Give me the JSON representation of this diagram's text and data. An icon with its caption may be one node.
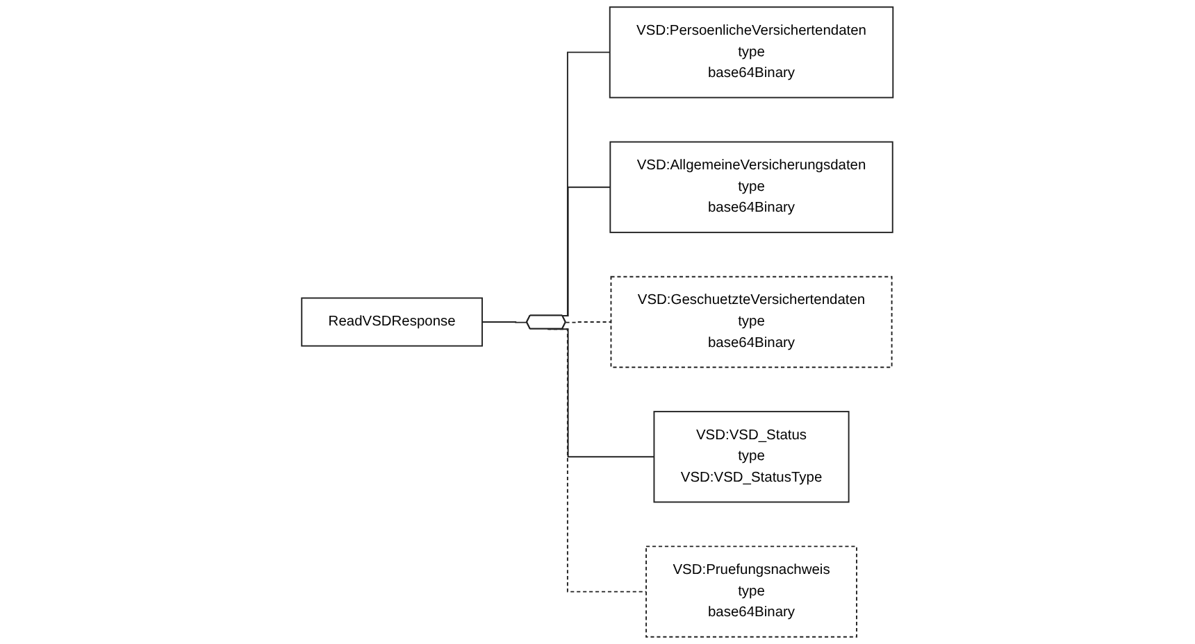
{
  "diagram": {
    "nodes": [
      {
        "text": [
          "ReadVSDResponse"
        ]
      },
      {
        "text": [],
        "shape": "hexagon"
      },
      {
        "text": [
          "VSD:PersoenlicheVersichertendaten",
          "type",
          "base64Binary"
        ]
      },
      {
        "text": [
          "VSD:AllgemeineVersicherungsdaten",
          "type",
          "base64Binary"
        ]
      },
      {
        "text": [
          "VSD:GeschuetzteVersichertendaten",
          "type",
          "base64Binary"
        ]
      },
      {
        "text": [
          "VSD:VSD_Status",
          "type",
          "VSD:VSD_StatusType"
        ]
      },
      {
        "text": [
          "VSD:Pruefungsnachweis",
          "type",
          "base64Binary"
        ]
      }
    ],
    "edges": [
      {
        "from": 0,
        "to": 1,
        "arrow": "none"
      },
      {
        "from": 1,
        "to": 2,
        "arrow": "none"
      },
      {
        "from": 1,
        "to": 3,
        "arrow": "none"
      },
      {
        "from": 1,
        "to": 4,
        "arrow": "none",
        "style": "dashed"
      },
      {
        "from": 1,
        "to": 5,
        "arrow": "none"
      },
      {
        "from": 1,
        "to": 6,
        "arrow": "none",
        "style": "dashed"
      }
    ]
  }
}
